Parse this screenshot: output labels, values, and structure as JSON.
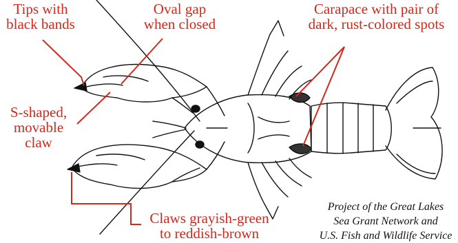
{
  "labels": {
    "tips": [
      "Tips with",
      "black bands"
    ],
    "oval_gap": [
      "Oval gap",
      "when closed"
    ],
    "carapace": [
      "Carapace with pair of",
      "dark, rust-colored spots"
    ],
    "s_claw": [
      "S-shaped,",
      "movable",
      "claw"
    ],
    "claws_color": [
      "Claws grayish-green",
      "to reddish-brown"
    ]
  },
  "credit": [
    "Project of the Great Lakes",
    "Sea Grant Network and",
    "U.S. Fish and Wildlife Service"
  ],
  "colors": {
    "label": "#d3281c",
    "line": "#d3281c",
    "ink": "#111111"
  }
}
